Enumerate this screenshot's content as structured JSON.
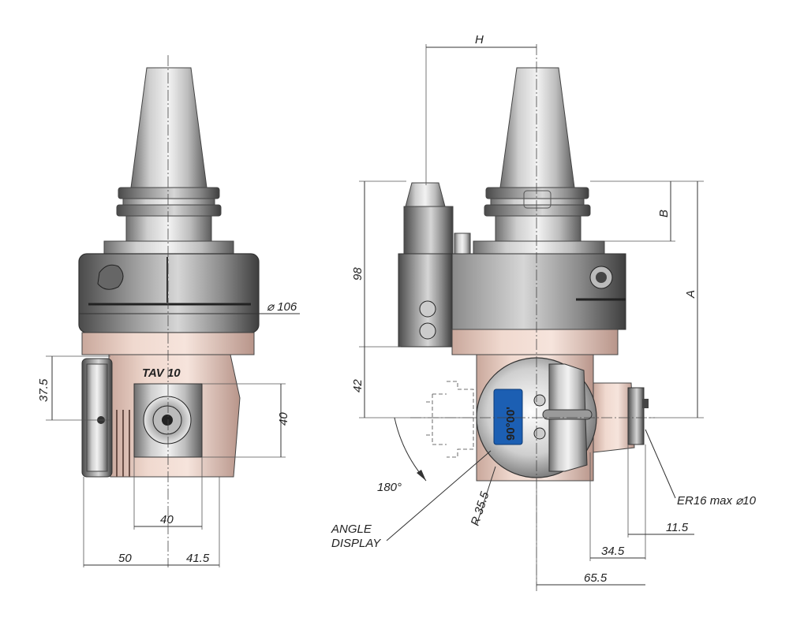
{
  "labels": {
    "dim_h": "H",
    "dim_a": "A",
    "dim_b": "B",
    "dim_98": "98",
    "dim_42": "42",
    "dim_dia106": "⌀ 106",
    "dim_37_5": "37.5",
    "dim_40_vert": "40",
    "dim_40_horiz": "40",
    "dim_50": "50",
    "dim_41_5": "41.5",
    "dim_11_5": "11.5",
    "dim_34_5": "34.5",
    "dim_65_5": "65.5",
    "dim_r35_5": "R 35.5",
    "angle_180": "180°",
    "tav_label": "TAV 10",
    "angle_display_value": "90°00'",
    "note_er16": "ER16 max ⌀10",
    "note_angle_display_1": "ANGLE",
    "note_angle_display_2": "DISPLAY"
  },
  "colors": {
    "steel_dark": "#5a5a5a",
    "steel_light": "#d8d8d8",
    "body_pink": "#efd3c8",
    "display_blue": "#1c5fb3",
    "line": "#333333"
  }
}
